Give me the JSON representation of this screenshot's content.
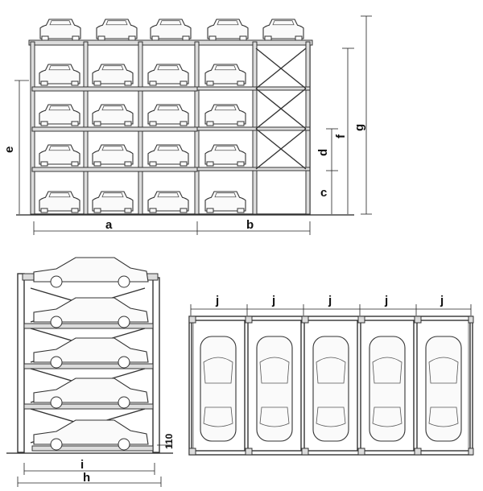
{
  "labels": {
    "a": "a",
    "b": "b",
    "c": "c",
    "d": "d",
    "e": "e",
    "f": "f",
    "g": "g",
    "h": "h",
    "i": "i",
    "j": "j",
    "dim_110": "110"
  }
}
